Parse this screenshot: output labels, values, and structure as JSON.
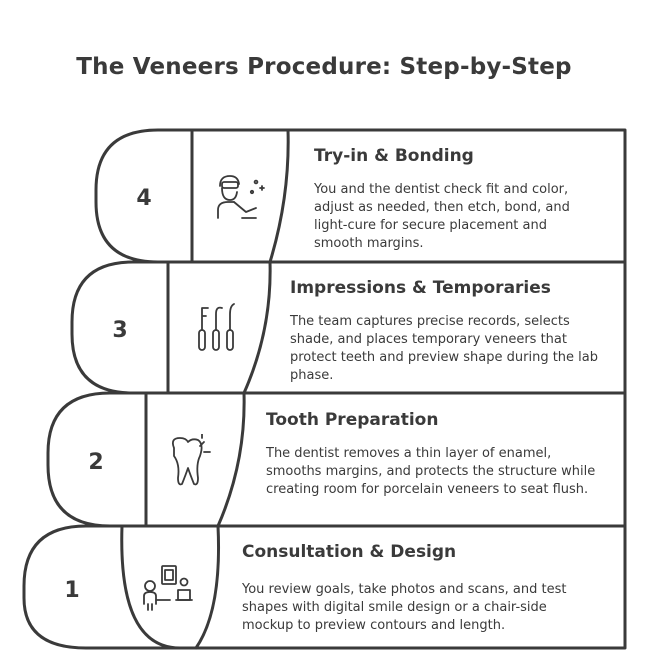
{
  "title": "The Veneers Procedure: Step-by-Step",
  "steps": [
    {
      "number": "1",
      "title": "Consultation & Design",
      "description": "You review goals, take photos and scans, and test shapes with digital smile design or a chair-side mockup to preview contours and length.",
      "icon": "consultation-icon"
    },
    {
      "number": "2",
      "title": "Tooth Preparation",
      "description": "The dentist removes a thin layer of enamel, smooths margins, and protects the structure while creating room for porcelain veneers to seat flush.",
      "icon": "tooth-icon"
    },
    {
      "number": "3",
      "title": "Impressions & Temporaries",
      "description": "The team captures precise records, selects shade, and places temporary veneers that protect teeth and preview shape during the lab phase.",
      "icon": "dental-tools-icon"
    },
    {
      "number": "4",
      "title": "Try-in & Bonding",
      "description": "You and the dentist check fit and color, adjust as needed, then etch, bond, and light-cure for secure placement and smooth margins.",
      "icon": "dentist-icon"
    }
  ],
  "colors": {
    "stroke": "#3a3a3a",
    "background": "#ffffff"
  }
}
